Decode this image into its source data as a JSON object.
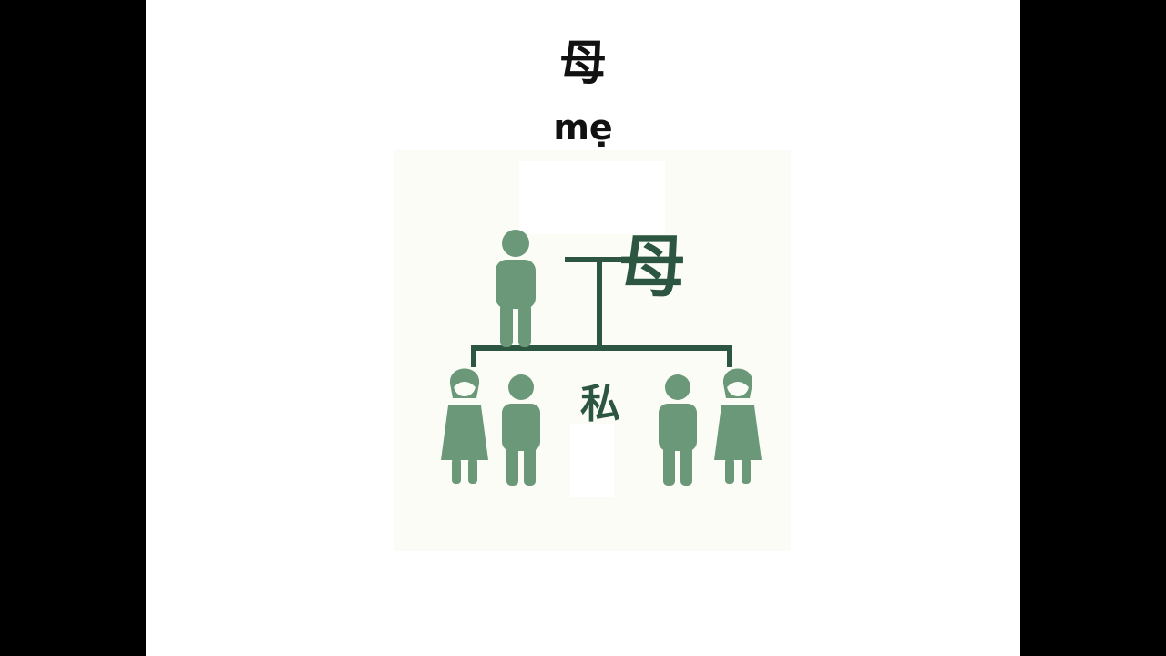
{
  "header": {
    "kanji": "母",
    "reading": "mẹ"
  },
  "diagram": {
    "mother_label": "母",
    "self_label": "私",
    "colors": {
      "figure": "#6a9878",
      "line": "#2c5640",
      "text": "#2c5640",
      "panel": "#fcfcf6"
    }
  }
}
